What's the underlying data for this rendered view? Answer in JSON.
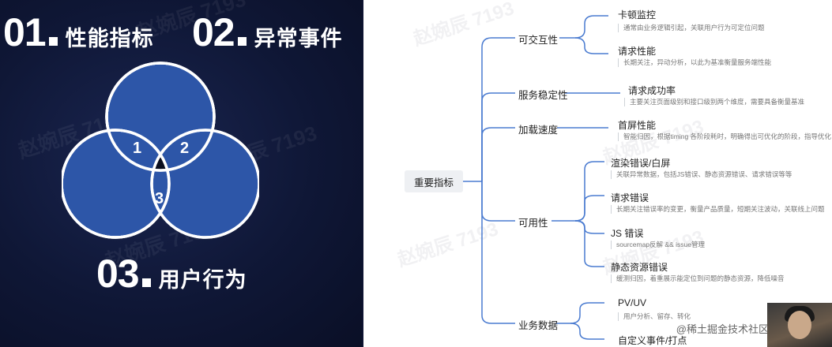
{
  "left": {
    "label1": {
      "num": "01",
      "text": "性能指标"
    },
    "label2": {
      "num": "02",
      "text": "异常事件"
    },
    "label3": {
      "num": "03",
      "text": "用户行为"
    },
    "venn_numbers": [
      "1",
      "2",
      "3"
    ],
    "venn_color": "#2d56a8",
    "watermark": "赵婉辰 7193"
  },
  "mindmap": {
    "root": "重要指标",
    "branches": [
      {
        "label": "可交互性",
        "children": [
          {
            "title": "卡顿监控",
            "desc": "通常由业务逻辑引起，关联用户行为可定位问题"
          },
          {
            "title": "请求性能",
            "desc": "长期关注，异动分析，以此为基准衡量服务端性能"
          }
        ]
      },
      {
        "label": "服务稳定性",
        "children": [
          {
            "title": "请求成功率",
            "desc": "主要关注页面级别和接口级别两个维度，需要具备衡量基准"
          }
        ]
      },
      {
        "label": "加载速度",
        "children": [
          {
            "title": "首屏性能",
            "desc": "智能归因，根据timing 各阶段耗时，明确得出可优化的阶段，指导优化"
          }
        ]
      },
      {
        "label": "可用性",
        "children": [
          {
            "title": "渲染错误/白屏",
            "desc": "关联异常数据，包括JS错误、静态资源错误、请求错误等等"
          },
          {
            "title": "请求错误",
            "desc": "长期关注错误率的变更，衡量产品质量，短期关注波动，关联线上问题"
          },
          {
            "title": "JS 错误",
            "desc": "sourcemap反解 && issue管理"
          },
          {
            "title": "静态资源错误",
            "desc": "缓测归因，着重展示能定位到问题的静态资源，降低噪音"
          }
        ]
      },
      {
        "label": "业务数据",
        "children": [
          {
            "title": "PV/UV",
            "desc": "用户分析、留存、转化"
          },
          {
            "title": "自定义事件/打点",
            "desc": ""
          }
        ]
      }
    ],
    "watermark": "赵婉辰 7193"
  },
  "footer": {
    "watermark_text": "@稀土掘金技术社区"
  }
}
